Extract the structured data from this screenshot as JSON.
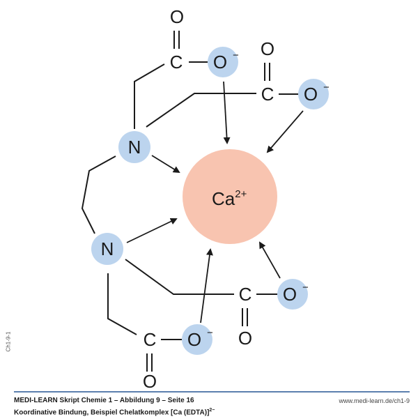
{
  "diagram": {
    "metal": {
      "symbol": "Ca",
      "charge": "2+"
    },
    "nitrogen_label": "N",
    "carbon_label": "C",
    "oxygen_label": "O",
    "oxide_label": "O",
    "oxide_charge": "−",
    "colors": {
      "metal_fill": "#f8c4b0",
      "donor_fill": "#bcd4ee",
      "line": "#1a1a1a",
      "rule": "#5b7fae"
    }
  },
  "side_id": "Ch1-9-1",
  "footer": {
    "title": "MEDI-LEARN Skript Chemie 1 – Abbildung 9 – Seite 16",
    "url": "www.medi-learn.de/ch1-9",
    "caption": "Koordinative Bindung, Beispiel Chelatkomplex [Ca (EDTA)]",
    "caption_charge": "2−"
  }
}
